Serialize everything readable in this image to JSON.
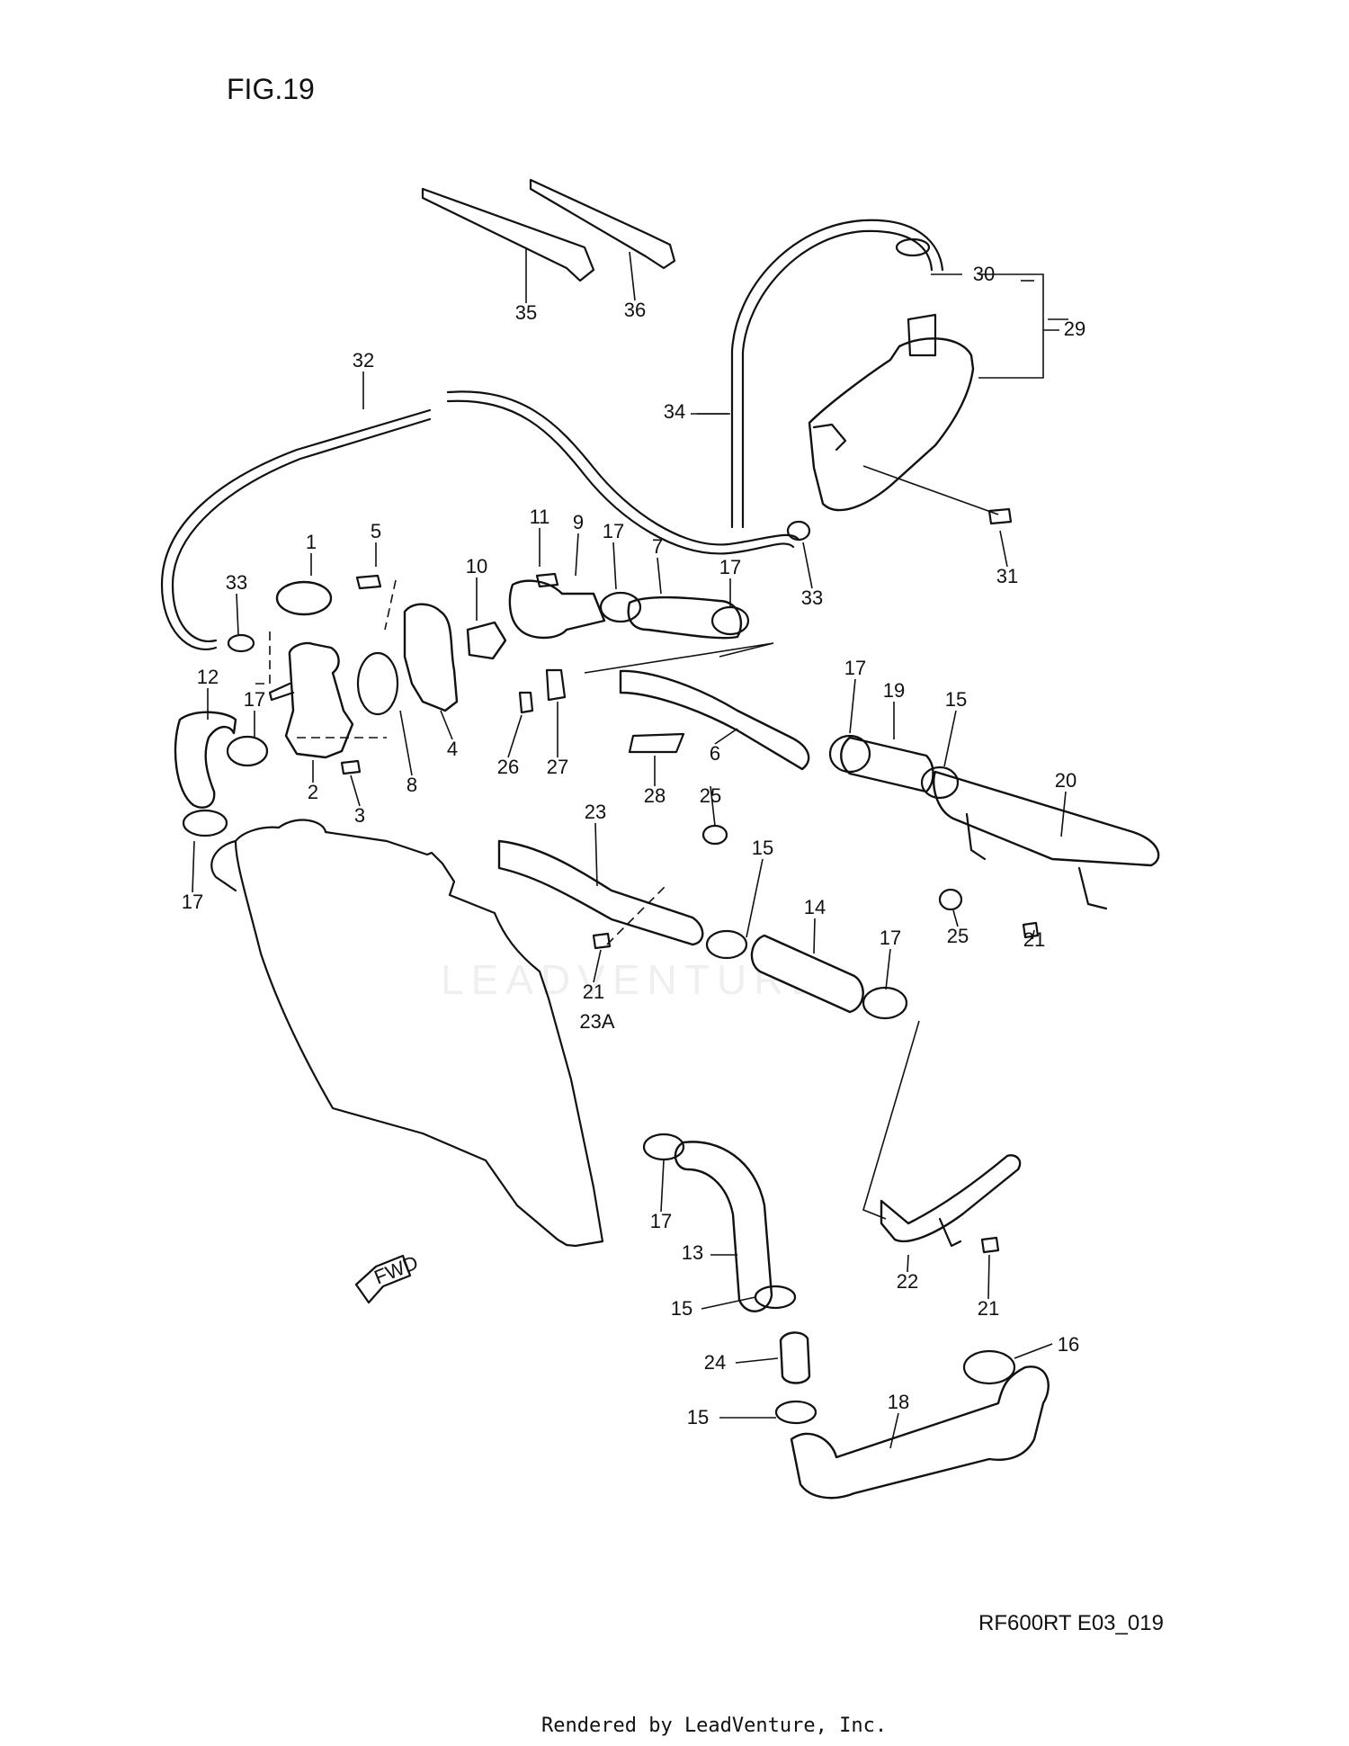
{
  "figure": {
    "title": "FIG.19",
    "model_code": "RF600RT E03_019",
    "watermark": "LEADVENTURE",
    "footer": "Rendered by LeadVenture, Inc.",
    "fwd_label": "FWD"
  },
  "labels": [
    "1",
    "2",
    "3",
    "4",
    "5",
    "6",
    "7",
    "8",
    "9",
    "10",
    "11",
    "12",
    "13",
    "14",
    "15",
    "16",
    "17",
    "18",
    "19",
    "20",
    "21",
    "22",
    "23",
    "23A",
    "24",
    "25",
    "26",
    "27",
    "28",
    "29",
    "30",
    "31",
    "32",
    "33",
    "34",
    "35",
    "36"
  ]
}
